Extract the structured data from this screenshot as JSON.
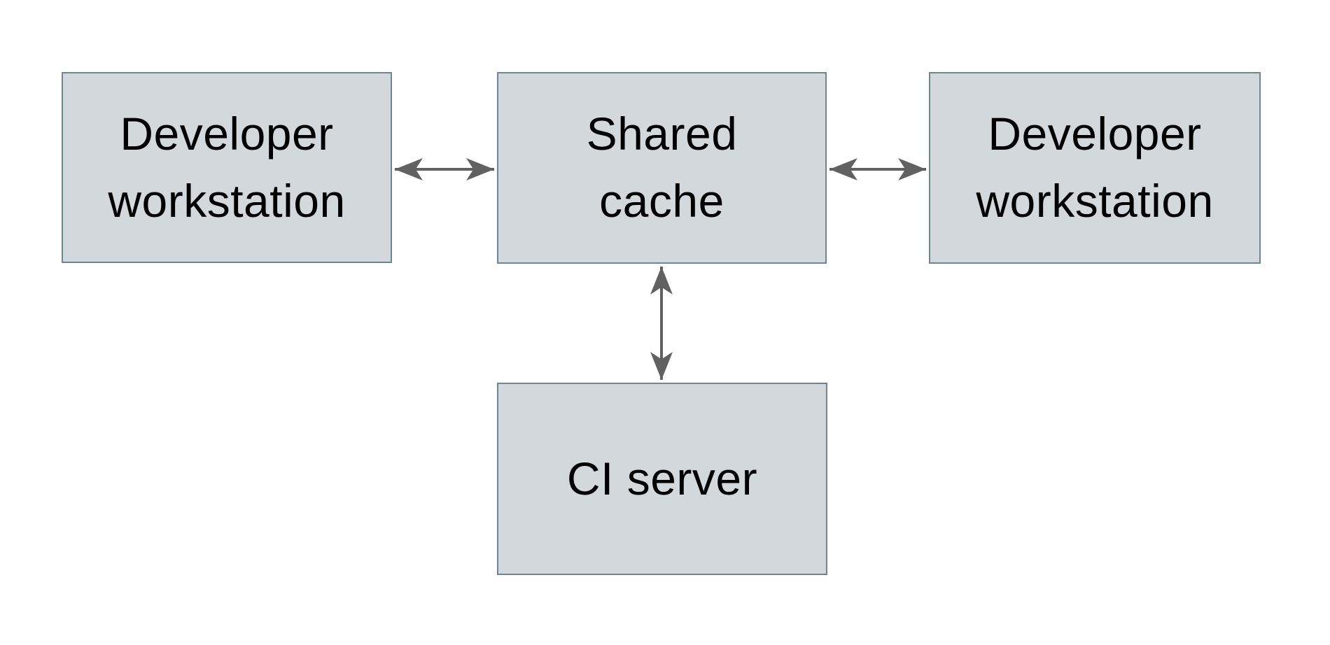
{
  "diagram": {
    "description": "Shared cache architecture diagram",
    "colors": {
      "node_fill": "#d2d8db",
      "node_border": "#6e8492",
      "arrow": "#616161",
      "text": "#000000",
      "background": "#ffffff"
    },
    "nodes": {
      "dev_left": {
        "label": "Developer\nworkstation"
      },
      "shared_cache": {
        "label": "Shared\ncache"
      },
      "dev_right": {
        "label": "Developer\nworkstation"
      },
      "ci_server": {
        "label": "CI server"
      }
    },
    "edges": [
      {
        "from": "Developer workstation (left)",
        "to": "Shared cache",
        "direction": "bidirectional"
      },
      {
        "from": "Shared cache",
        "to": "Developer workstation (right)",
        "direction": "bidirectional"
      },
      {
        "from": "Shared cache",
        "to": "CI server",
        "direction": "bidirectional"
      }
    ]
  }
}
